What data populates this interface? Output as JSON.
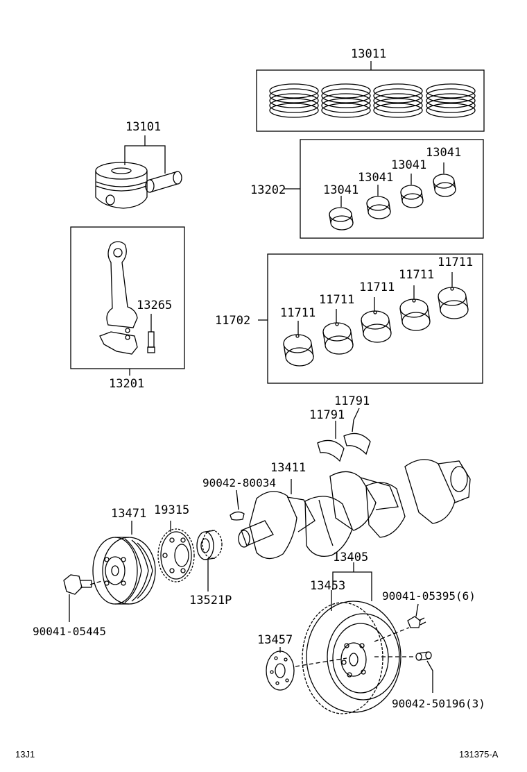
{
  "labels": {
    "p13011": "13011",
    "p13101": "13101",
    "p13202": "13202",
    "p13041_a": "13041",
    "p13041_b": "13041",
    "p13041_c": "13041",
    "p13041_d": "13041",
    "p13265": "13265",
    "p13201": "13201",
    "p11702": "11702",
    "p11711_a": "11711",
    "p11711_b": "11711",
    "p11711_c": "11711",
    "p11711_d": "11711",
    "p11711_e": "11711",
    "p11791_a": "11791",
    "p11791_b": "11791",
    "p13411": "13411",
    "p90042_80034": "90042-80034",
    "p13471": "13471",
    "p19315": "19315",
    "p13405": "13405",
    "p13521P": "13521P",
    "p13453": "13453",
    "p90041_05395": "90041-05395(6)",
    "p90041_05445": "90041-05445",
    "p13457": "13457",
    "p90042_50196": "90042-50196(3)"
  },
  "footer": {
    "left_code": "13J1",
    "right_code": "131375-A"
  },
  "colors": {
    "ink": "#000000",
    "background": "#ffffff"
  }
}
